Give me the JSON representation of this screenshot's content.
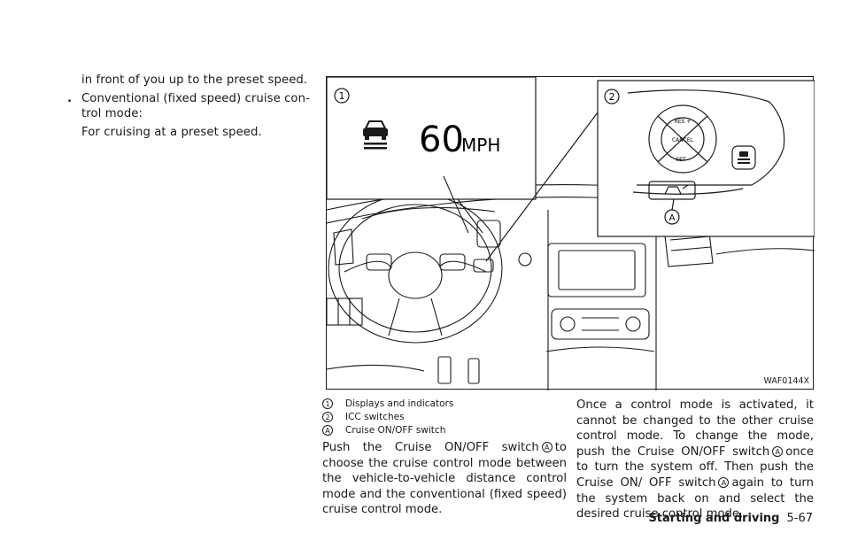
{
  "left_column": {
    "line1": "in front of you up to the preset speed.",
    "bullet": "Conventional (fixed speed) cruise con-trol mode:",
    "bullet_text_a": "Conventional (fixed speed) cruise con-",
    "bullet_text_b": "trol mode:",
    "sub": "For cruising at a preset speed."
  },
  "figure": {
    "callout_1": "1",
    "callout_2": "2",
    "callout_a": "A",
    "display_speed": "60",
    "display_unit": "MPH",
    "btn_res": "RES +",
    "btn_cancel": "CANCEL",
    "btn_set": "SET -",
    "code": "WAF0144X"
  },
  "legend": [
    {
      "marker": "1",
      "text": "Displays and indicators"
    },
    {
      "marker": "2",
      "text": "ICC switches"
    },
    {
      "marker": "A",
      "text": "Cruise ON/OFF switch"
    }
  ],
  "para_left": {
    "before": "Push the Cruise ON/OFF switch",
    "marker": "A",
    "after": "to choose the cruise control mode between the vehicle-to-vehicle distance control mode and the conventional (fixed speed) cruise control mode."
  },
  "para_right": {
    "part1": "Once a control mode is activated, it cannot be changed to the other cruise control mode. To change the mode, push the Cruise ON/OFF switch",
    "marker1": "A",
    "part2": "once to turn the system off. Then push the Cruise ON/ OFF switch",
    "marker2": "A",
    "part3": "again to turn the system back on and select the desired cruise control mode."
  },
  "footer": {
    "section": "Starting and driving",
    "page": "5-67"
  }
}
